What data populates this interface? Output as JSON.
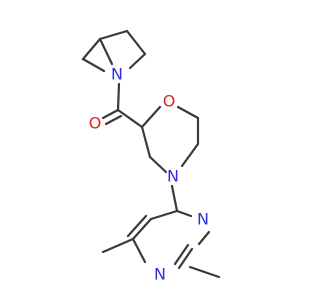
{
  "molecule": {
    "atoms": [
      {
        "id": "N1",
        "symbol": "N",
        "color": "#2b32d8"
      },
      {
        "id": "O1",
        "symbol": "O",
        "color": "#e0261b"
      },
      {
        "id": "O2",
        "symbol": "O",
        "color": "#e0261b"
      },
      {
        "id": "N2",
        "symbol": "N",
        "color": "#2b32d8"
      },
      {
        "id": "N3",
        "symbol": "N",
        "color": "#2b32d8"
      },
      {
        "id": "N4",
        "symbol": "N",
        "color": "#2b32d8"
      }
    ],
    "bond_color": "#3a3a3a"
  }
}
